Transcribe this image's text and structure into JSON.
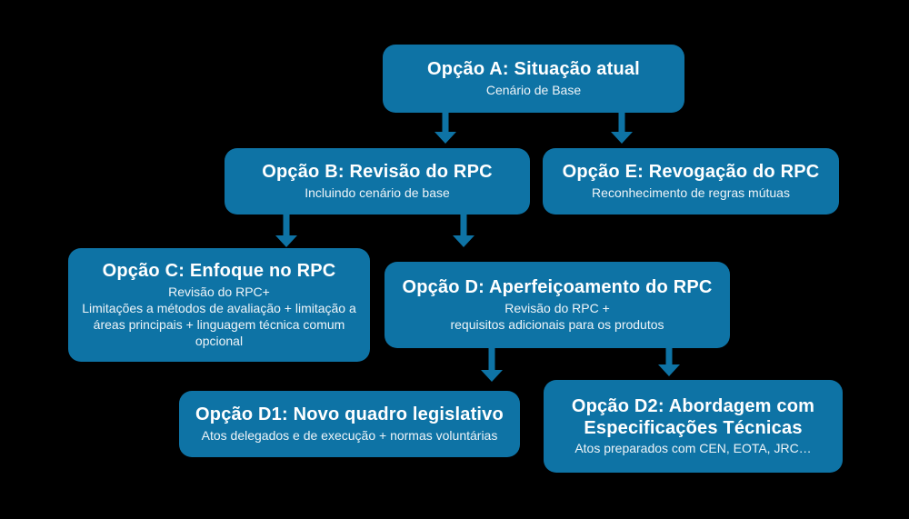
{
  "diagram": {
    "type": "flowchart",
    "colors": {
      "background": "#000000",
      "box": "#0e73a5",
      "title": "#ffffff",
      "subtitle": "#eef4f8"
    },
    "nodes": {
      "a": {
        "title": "Opção A: Situação atual",
        "subtitle": "Cenário de Base"
      },
      "b": {
        "title": "Opção B: Revisão do RPC",
        "subtitle": "Incluindo cenário de base"
      },
      "e": {
        "title": "Opção E: Revogação do RPC",
        "subtitle": "Reconhecimento de regras mútuas"
      },
      "c": {
        "title": "Opção C: Enfoque no RPC",
        "subtitle_line1": "Revisão do RPC+",
        "subtitle_line2": "Limitações a métodos de avaliação + limitação a áreas principais + linguagem técnica comum opcional"
      },
      "d": {
        "title": "Opção D: Aperfeiçoamento do RPC",
        "subtitle_line1": "Revisão do RPC +",
        "subtitle_line2": "requisitos adicionais para os produtos"
      },
      "d1": {
        "title": "Opção D1: Novo quadro legislativo",
        "subtitle": "Atos delegados e de execução + normas voluntárias"
      },
      "d2": {
        "title": "Opção D2: Abordagem com Especificações Técnicas",
        "subtitle": "Atos preparados com CEN, EOTA, JRC…"
      }
    },
    "edges": [
      {
        "from": "a",
        "to": "b"
      },
      {
        "from": "a",
        "to": "e"
      },
      {
        "from": "b",
        "to": "c"
      },
      {
        "from": "b",
        "to": "d"
      },
      {
        "from": "d",
        "to": "d1"
      },
      {
        "from": "d",
        "to": "d2"
      }
    ]
  }
}
